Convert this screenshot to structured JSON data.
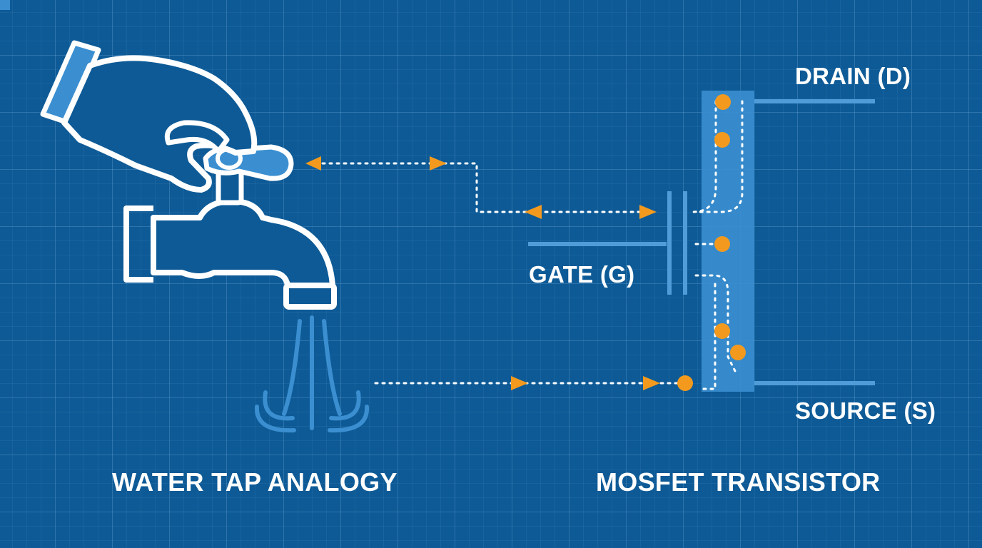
{
  "labels": {
    "drain": "DRAIN (D)",
    "gate": "GATE (G)",
    "source": "SOURCE (S)",
    "water_tap": "WATER TAP ANALOGY",
    "mosfet": "MOSFET TRANSISTOR"
  },
  "colors": {
    "background": "#0d5a96",
    "line": "#ffffff",
    "accent": "#f39a1e",
    "channel": "#3b8fd0",
    "terminal": "#4f9cd8"
  },
  "icons": [
    "hand-icon",
    "faucet-icon",
    "water-stream-icon"
  ]
}
